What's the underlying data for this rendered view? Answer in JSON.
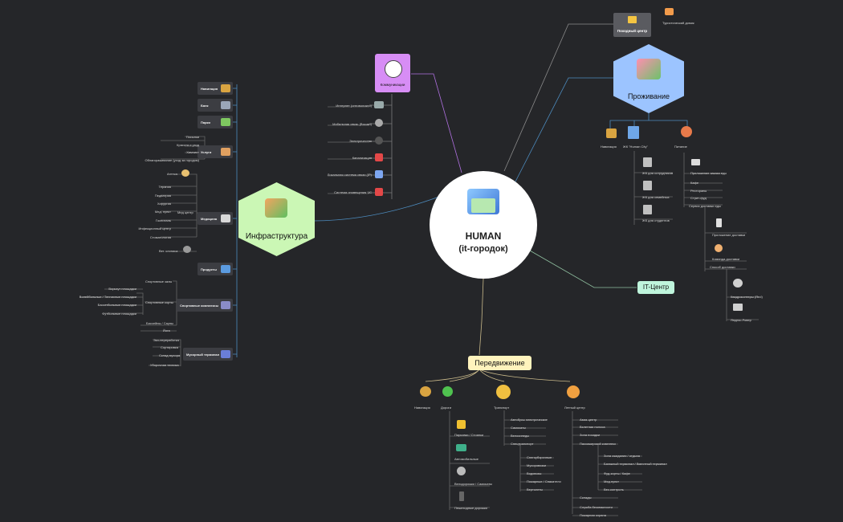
{
  "center": {
    "title": "HUMAN",
    "subtitle": "(it-городок)"
  },
  "main_nodes": {
    "infra": "Инфраструктура",
    "living": "Проживание",
    "comms": "Коммуникации",
    "it": "IT-Центр",
    "move": "Передвижение",
    "camp": "Походный центр"
  },
  "camp": {
    "tourist_base": "Туристический домик"
  },
  "comms_items": [
    "Интернет (оптоволокно)",
    "Мобильная связь (Вышки)",
    "Электричество",
    "Канализация",
    "Локальная система связи (IP)",
    "Система оповещения ЧС"
  ],
  "infra": {
    "nodes": [
      "Навигация",
      "Банк",
      "Парки",
      "Услуги",
      "Медицина",
      "Продукты",
      "Спортивные комплексы",
      "Мусорный терминал"
    ],
    "services": [
      "Посылки",
      "Красота и уход",
      "Химчист",
      "Облагораживание (уход за городом)"
    ],
    "pharmacy": "Аптека",
    "med_center": "Мед центр",
    "med_items": [
      "Терапия",
      "Педиатрия",
      "Хирургия",
      "Мед. пункт",
      "Госпиталь",
      "Инфекционный центр",
      "Стоматология"
    ],
    "vet": "Вет. клиника",
    "sport_halls": "Спортивные залы",
    "sport_grounds": "Спортивные корты",
    "sport_items": [
      "Воркаут площадки",
      "Волейбольные / Теннисные площадки",
      "Баскетбольные площадки",
      "Футбольные площадки"
    ],
    "pools": "Бассейны / Сауны",
    "yoga": "Йога",
    "waste": [
      "Эко-переработка",
      "Сортировка",
      "Склад мусора",
      "Уборочная техника"
    ]
  },
  "living": {
    "navigation": "Навигация",
    "complex": "ЖК \"Human City\"",
    "food": "Питание",
    "housing": [
      "ЖК для сотрудников",
      "ЖК для семейных",
      "ЖК для студентов"
    ],
    "food_items": [
      "Приложение заказа еды",
      "Кафе",
      "Рестораны",
      "Стрит-фуд",
      "Сервис доставки еды"
    ],
    "delivery_app": "Приложение доставки",
    "delivery_team": "Команда доставки",
    "delivery_way": "Способ доставки",
    "quadcopters": "Квадрокоптеры (Яnd)",
    "robot": "Яндекс.Ровер"
  },
  "move": {
    "branches": [
      "Навигация",
      "Дороги",
      "Транспорт",
      "Летный центр"
    ],
    "roads": [
      "Парковки / Стоянки",
      "Автомобильные",
      "Велодорожки / Самокаты",
      "Пешеходные дорожки"
    ],
    "transport": [
      "Автобусы электрические",
      "Самокаты",
      "Велосипеды",
      "Спецтранспорт"
    ],
    "special": [
      "Снегоуборочные",
      "Мусоровозки",
      "Водовозы",
      "Пожарные / Спасатели",
      "Вертолеты"
    ],
    "flight": [
      "Авиа-центр",
      "Взлетная полоса",
      "Зона посадки",
      "Пассажирский комплекс"
    ],
    "passenger": [
      "Зона ожидания / отдыха",
      "Багажный терминал / Вместный терминал",
      "Фуд-корты / Кафе",
      "Мед.пункт",
      "Вес.контроль"
    ],
    "flight_more": [
      "Склады",
      "Служба безопасности",
      "Пожарная охрана"
    ]
  },
  "colors": {
    "bg": "#252629",
    "infra": "#cbf7b5",
    "living": "#9cc4ff",
    "comms": "#d78df5",
    "it": "#bff5dc",
    "move": "#fff3bd",
    "line": "#8f8f8f"
  }
}
